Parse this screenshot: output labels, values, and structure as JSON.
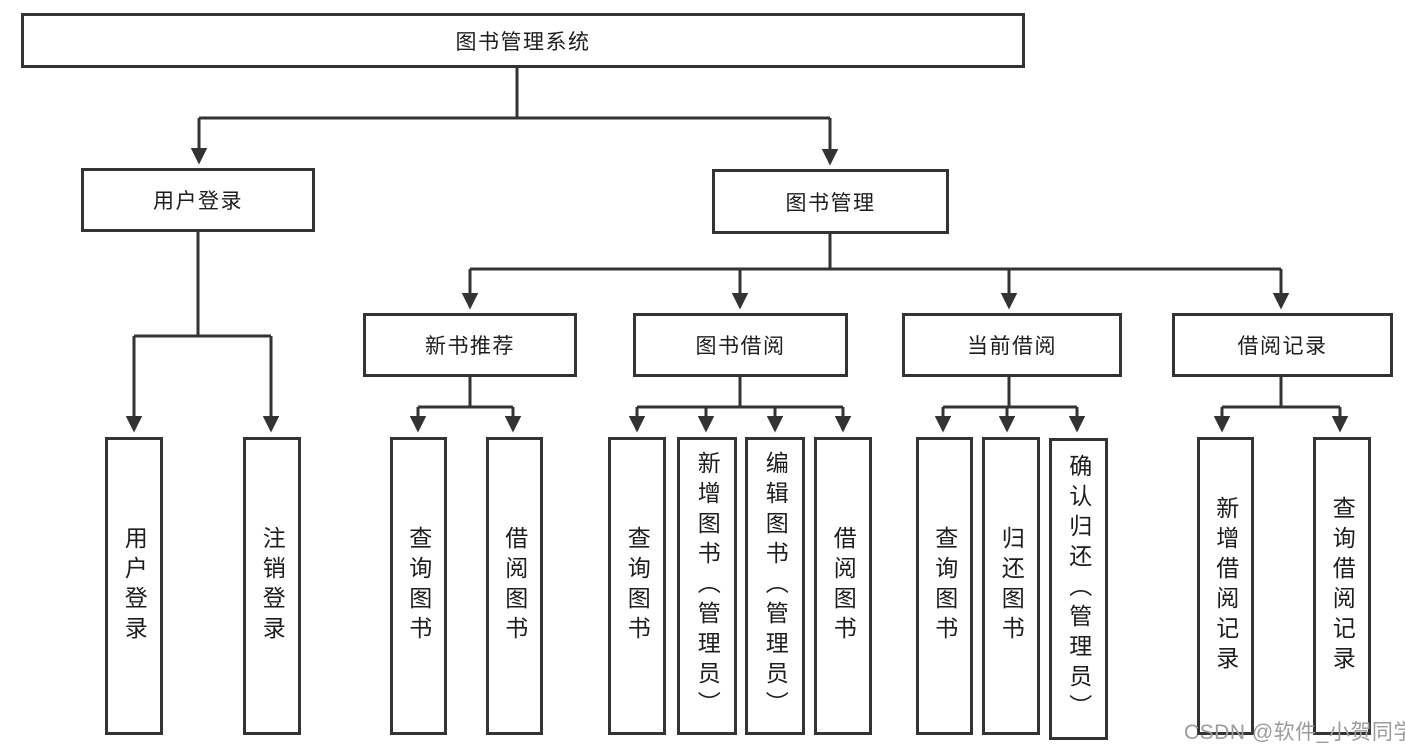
{
  "diagram": {
    "root": {
      "label": "图书管理系统"
    },
    "level2": [
      {
        "label": "用户登录",
        "children": [
          {
            "label": "用户登录"
          },
          {
            "label": "注销登录"
          }
        ]
      },
      {
        "label": "图书管理",
        "children": [
          {
            "label": "新书推荐",
            "children": [
              {
                "label": "查询图书"
              },
              {
                "label": "借阅图书"
              }
            ]
          },
          {
            "label": "图书借阅",
            "children": [
              {
                "label": "查询图书"
              },
              {
                "label": "新增图书（管理员）"
              },
              {
                "label": "编辑图书（管理员）"
              },
              {
                "label": "借阅图书"
              }
            ]
          },
          {
            "label": "当前借阅",
            "children": [
              {
                "label": "查询图书"
              },
              {
                "label": "归还图书"
              },
              {
                "label": "确认归还（管理员）"
              }
            ]
          },
          {
            "label": "借阅记录",
            "children": [
              {
                "label": "新增借阅记录"
              },
              {
                "label": "查询借阅记录"
              }
            ]
          }
        ]
      }
    ]
  },
  "watermark": {
    "text": "CSDN @软件_小贺同学"
  },
  "colors": {
    "line": "#333333",
    "box_border": "#333333",
    "text": "#1d1d1f",
    "watermark": "#9c9c9c",
    "background": "#ffffff"
  }
}
